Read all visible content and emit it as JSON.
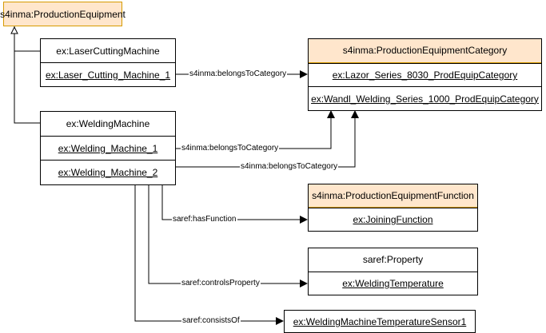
{
  "classes": {
    "production_equipment": "s4inma:ProductionEquipment",
    "laser_cutting_machine": "ex:LaserCuttingMachine",
    "welding_machine": "ex:WeldingMachine",
    "equipment_category": "s4inma:ProductionEquipmentCategory",
    "equipment_function": "s4inma:ProductionEquipmentFunction",
    "property": "saref:Property"
  },
  "instances": {
    "laser_cutting_machine_1": "ex:Laser_Cutting_Machine_1",
    "welding_machine_1": "ex:Welding_Machine_1",
    "welding_machine_2": "ex:Welding_Machine_2",
    "lazor_category": "ex:Lazor_Series_8030_ProdEquipCategory",
    "wandl_category": "ex:Wandl_Welding_Series_1000_ProdEquipCategory",
    "joining_function": "ex:JoiningFunction",
    "welding_temperature": "ex:WeldingTemperature",
    "temperature_sensor": "ex:WeldingMachineTemperatureSensor1"
  },
  "relations": {
    "belongs_to_category_1": "s4inma:belongsToCategory",
    "belongs_to_category_2": "s4inma:belongsToCategory",
    "belongs_to_category_3": "s4inma:belongsToCategory",
    "has_function": "saref:hasFunction",
    "controls_property": "saref:controlsProperty",
    "consists_of": "saref:consistsOf"
  },
  "colors": {
    "class_fill": "#ffe6cc",
    "class_stroke": "#d79b00",
    "line": "#000000"
  }
}
